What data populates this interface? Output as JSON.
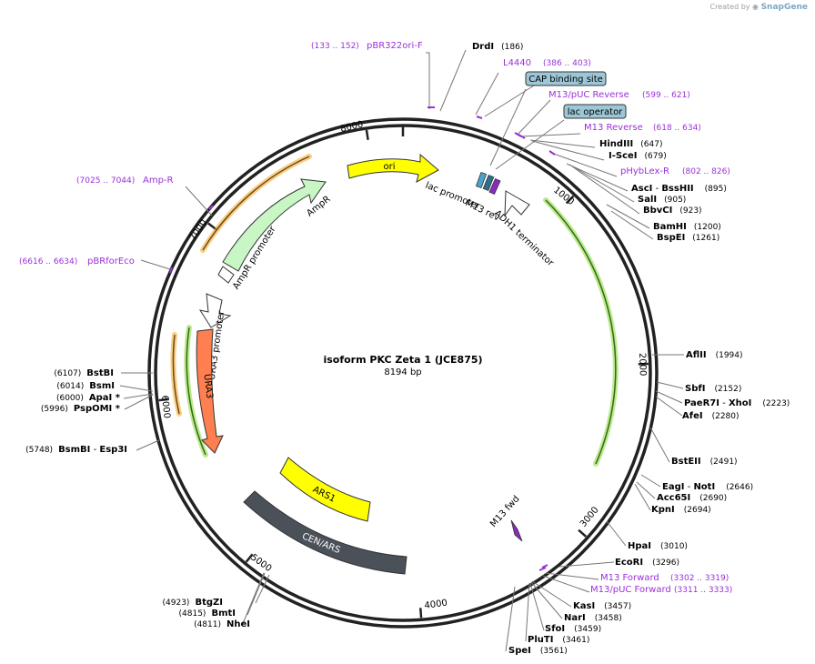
{
  "credit": {
    "prefix": "Created by",
    "brand": "SnapGene"
  },
  "plasmid": {
    "name": "isoform PKC Zeta 1 (JCE875)",
    "length": "8194 bp"
  },
  "tick_labels": [
    "1000",
    "2000",
    "3000",
    "4000",
    "5000",
    "6000",
    "7000",
    "8000"
  ],
  "colors": {
    "primer": "#9b30d9",
    "enzyme": "#000000",
    "ori": "#ffff00",
    "ampr": "#c8f7c5",
    "ura3": "#ff7f50",
    "cen_ars": "#4a5159",
    "ars1": "#ffff00",
    "promoter": "#ffffff",
    "terminator": "#ffffff",
    "orange_track": "#f5a623",
    "green_track": "#7ed321",
    "feature_box": "#9dc7d6"
  },
  "features": {
    "ori": "ori",
    "ampr": "AmpR",
    "ampr_promoter": "AmpR promoter",
    "ura3_promoter": "URA3 promoter",
    "ura3": "URA3",
    "ars1": "ARS1",
    "cen_ars": "CEN/ARS",
    "lac_promoter": "lac promoter",
    "m13_rev": "M13 rev",
    "adh1_terminator": "ADH1 terminator",
    "m13_fwd": "M13 fwd"
  },
  "boxed_features": {
    "cap": "CAP binding site",
    "lac_operator": "lac operator"
  },
  "primers": {
    "pbr322ori_f": {
      "name": "pBR322ori-F",
      "range": "(133 .. 152)"
    },
    "l4440": {
      "name": "L4440",
      "range": "(386 .. 403)"
    },
    "m13_puc_reverse": {
      "name": "M13/pUC Reverse",
      "range": "(599 .. 621)"
    },
    "m13_reverse": {
      "name": "M13 Reverse",
      "range": "(618 .. 634)"
    },
    "phyblex_r": {
      "name": "pHybLex-R",
      "range": "(802 .. 826)"
    },
    "amp_r": {
      "name": "Amp-R",
      "range": "(7025 .. 7044)"
    },
    "pbrforeco": {
      "name": "pBRforEco",
      "range": "(6616 .. 6634)"
    },
    "m13_forward": {
      "name": "M13 Forward",
      "range": "(3302 .. 3319)"
    },
    "m13_puc_forward": {
      "name": "M13/pUC Forward",
      "range": "(3311 .. 3333)"
    }
  },
  "enzymes": {
    "drdi": {
      "name": "DrdI",
      "pos": "(186)"
    },
    "hindiii": {
      "name": "HindIII",
      "pos": "(647)"
    },
    "i_scei": {
      "name": "I-SceI",
      "pos": "(679)"
    },
    "asci_bsshii": {
      "name": "AscI",
      "sep": " - ",
      "name2": "BssHII",
      "pos": "(895)"
    },
    "sali": {
      "name": "SalI",
      "pos": "(905)"
    },
    "bbvci": {
      "name": "BbvCI",
      "pos": "(923)"
    },
    "bamhi": {
      "name": "BamHI",
      "pos": "(1200)"
    },
    "bspei": {
      "name": "BspEI",
      "pos": "(1261)"
    },
    "aflii": {
      "name": "AflII",
      "pos": "(1994)"
    },
    "sfii": {
      "name": "SbfI",
      "pos": "(2152)"
    },
    "paer7i_xhoi": {
      "name": "PaeR7I",
      "sep": " - ",
      "name2": "XhoI",
      "pos": "(2223)"
    },
    "afei": {
      "name": "AfeI",
      "pos": "(2280)"
    },
    "bsteii": {
      "name": "BstEII",
      "pos": "(2491)"
    },
    "eagi_noti": {
      "name": "EagI",
      "sep": " - ",
      "name2": "NotI",
      "pos": "(2646)"
    },
    "acc65i": {
      "name": "Acc65I",
      "pos": "(2690)"
    },
    "kpni": {
      "name": "KpnI",
      "pos": "(2694)"
    },
    "hpai": {
      "name": "HpaI",
      "pos": "(3010)"
    },
    "ecori": {
      "name": "EcoRI",
      "pos": "(3296)"
    },
    "kasi": {
      "name": "KasI",
      "pos": "(3457)"
    },
    "nari": {
      "name": "NarI",
      "pos": "(3458)"
    },
    "sfoi": {
      "name": "SfoI",
      "pos": "(3459)"
    },
    "pluti": {
      "name": "PluTI",
      "pos": "(3461)"
    },
    "spei": {
      "name": "SpeI",
      "pos": "(3561)"
    },
    "btgzi": {
      "name": "BtgZI",
      "pos": "(4923)"
    },
    "bmti": {
      "name": "BmtI",
      "pos": "(4815)"
    },
    "nhei": {
      "name": "NheI",
      "pos": "(4811)"
    },
    "bsmbi_esp3i": {
      "name": "BsmBI",
      "sep": " - ",
      "name2": "Esp3I",
      "pos": "(5748)"
    },
    "bstbi": {
      "name": "BstBI",
      "pos": "(6107)"
    },
    "bsmi": {
      "name": "BsmI",
      "pos": "(6014)"
    },
    "apai": {
      "name": "ApaI",
      "star": " *",
      "pos": "(6000)"
    },
    "pspomi": {
      "name": "PspOMI",
      "star": " *",
      "pos": "(5996)"
    }
  }
}
